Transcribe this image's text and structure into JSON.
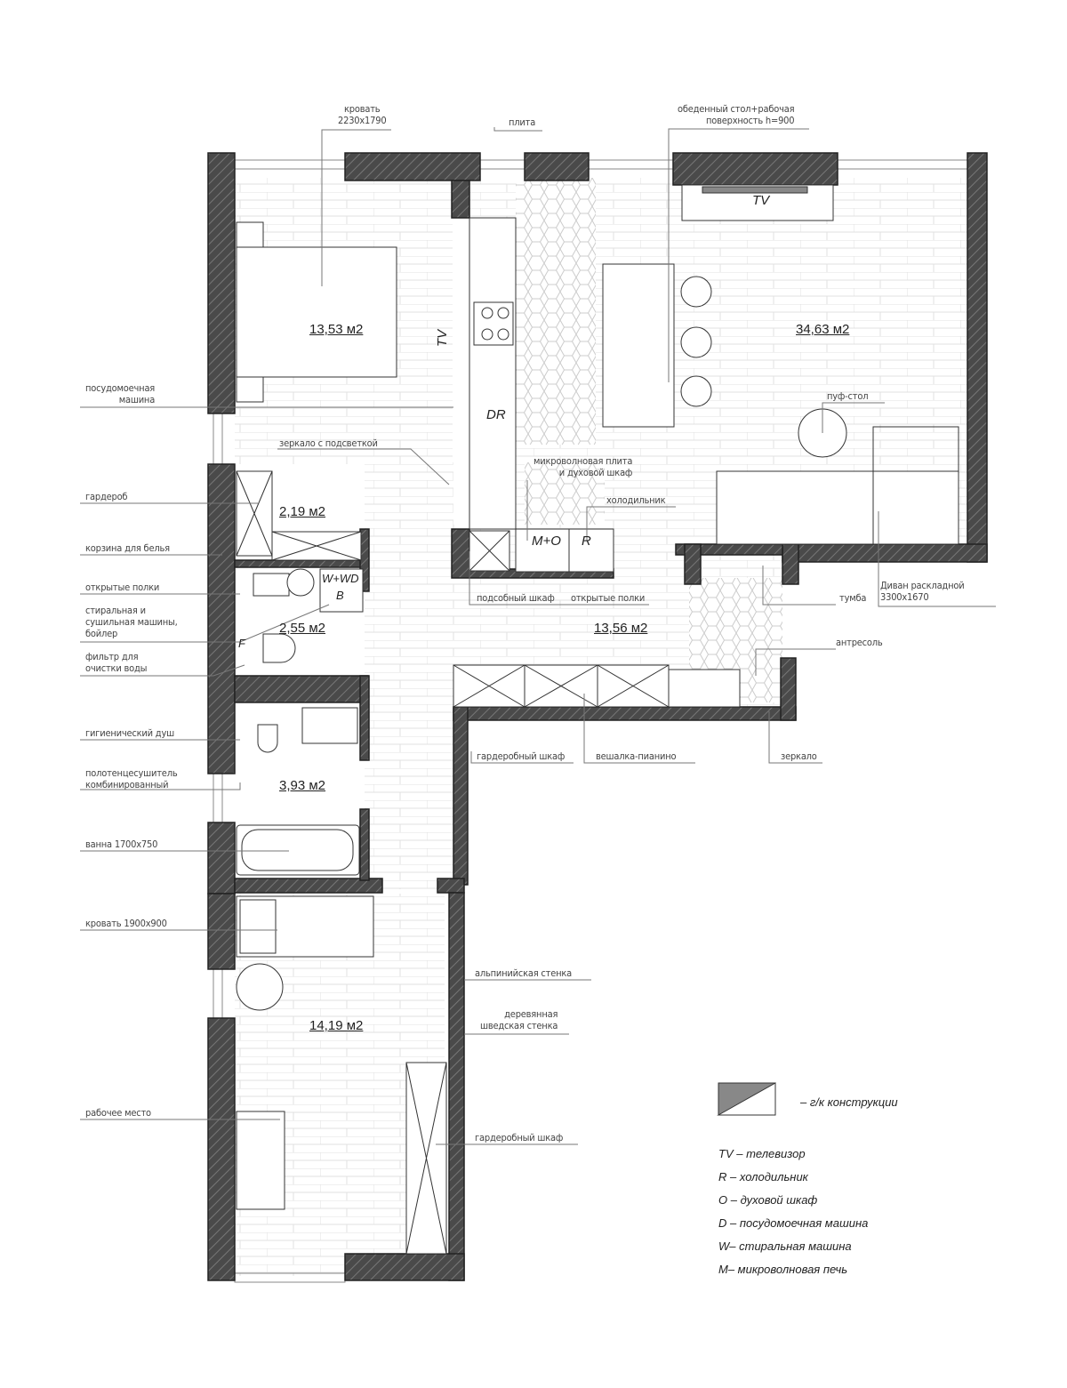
{
  "rooms": {
    "bedroom": "13,53 м2",
    "living_kitchen": "34,63 м2",
    "wardrobe": "2,19 м2",
    "laundry": "2,55 м2",
    "hall": "13,56 м2",
    "bathroom": "3,93 м2",
    "kids_room": "14,19 м2"
  },
  "marks": {
    "tv1": "TV",
    "tv2": "TV",
    "dr": "DR",
    "mo": "M+O",
    "r": "R",
    "wwd": "W+WD",
    "b": "B",
    "f": "F"
  },
  "callouts": {
    "bed": "кровать\n2230х1790",
    "stove": "плита",
    "dining": "обеденный стол+рабочая\nповерхность h=900",
    "dishwasher": "посудомоечная\nмашина",
    "mirror_light": "зеркало с подсветкой",
    "pouf": "пуф-стол",
    "microwave": "микроволновая плита\nи духовой шкаф",
    "fridge": "холодильник",
    "wardrobe": "гардероб",
    "laundry_basket": "корзина для белья",
    "open_shelves_left": "открытые полки",
    "washer": "стиральная и\nсушильная машины,\nбойлер",
    "filter": "фильтр для\nочистки воды",
    "utility_cabinet": "подсобный шкаф",
    "open_shelves": "открытые полки",
    "nightstand": "тумба",
    "sofa": "Диван раскладной\n3300х1670",
    "mezzanine": "антресоль",
    "hygienic_shower": "гигиенический душ",
    "closet": "гардеробный шкаф",
    "hanger": "вешалка-пианино",
    "mirror": "зеркало",
    "towel_dryer": "полотенцесушитель\nкомбинированный",
    "bath": "ванна 1700х750",
    "single_bed": "кровать 1900х900",
    "climbing_wall": "альпинийская стенка",
    "swedish_wall": "деревянная\nшведская стенка",
    "workplace": "рабочее место",
    "kids_closet": "гардеробный шкаф"
  },
  "legend": {
    "drywall": "– г/к конструкции",
    "items": [
      "TV – телевизор",
      "R – холодильник",
      "O – духовой шкаф",
      "D – посудомоечная машина",
      "W– стиральная машина",
      "M– микроволновая печь"
    ]
  },
  "colors": {
    "wall": "#4a4a4a",
    "floor_line": "#d8d8d8",
    "tile": "#d0d0d0"
  }
}
